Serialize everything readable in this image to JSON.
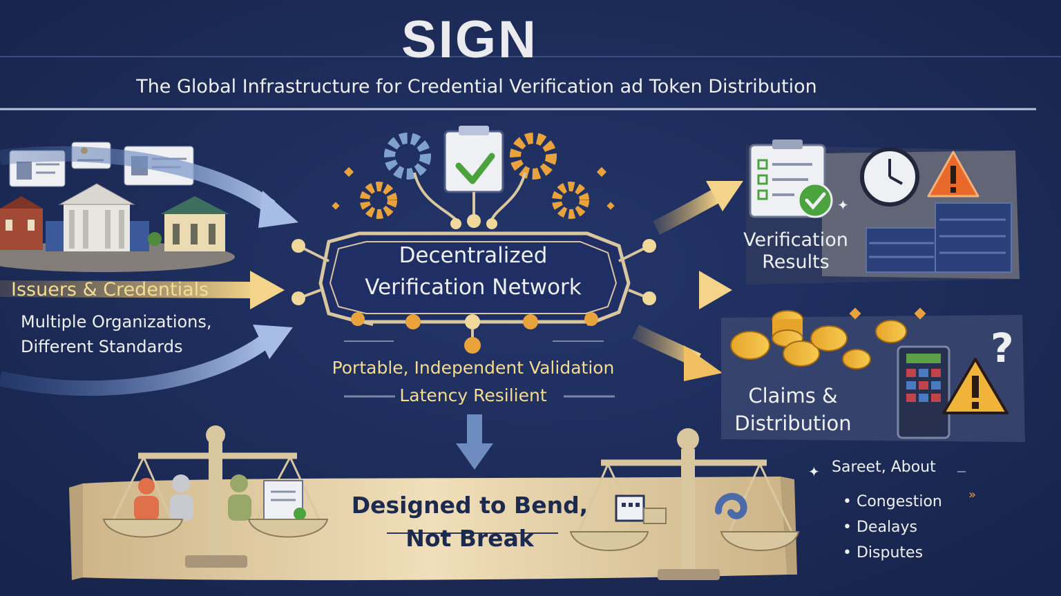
{
  "header": {
    "title": "SIGN",
    "subtitle": "The Global Infrastructure for Credential Verification ad Token Distribution"
  },
  "issuers": {
    "heading": "Issuers & Credentials",
    "line1": "Multiple Organizations,",
    "line2": "Different Standards"
  },
  "network": {
    "line1": "Decentralized",
    "line2": "Verification Network",
    "caption1": "Portable, Independent Validation",
    "caption2": "Latency Resilient"
  },
  "verification": {
    "line1": "Verification",
    "line2": "Results"
  },
  "claims": {
    "line1": "Claims &",
    "line2": "Distribution"
  },
  "resilience": {
    "line1": "Designed to Bend,",
    "line2": "Not Break"
  },
  "risks": {
    "heading": "Sareet, About",
    "items": [
      "Congestion",
      "Dealays",
      "Disputes"
    ]
  },
  "colors": {
    "background": "#1b2a55",
    "accent_gold": "#e8a33c",
    "check_green": "#4aa33c",
    "warning_orange": "#e8692a",
    "parchment": "#e8d6b0"
  }
}
